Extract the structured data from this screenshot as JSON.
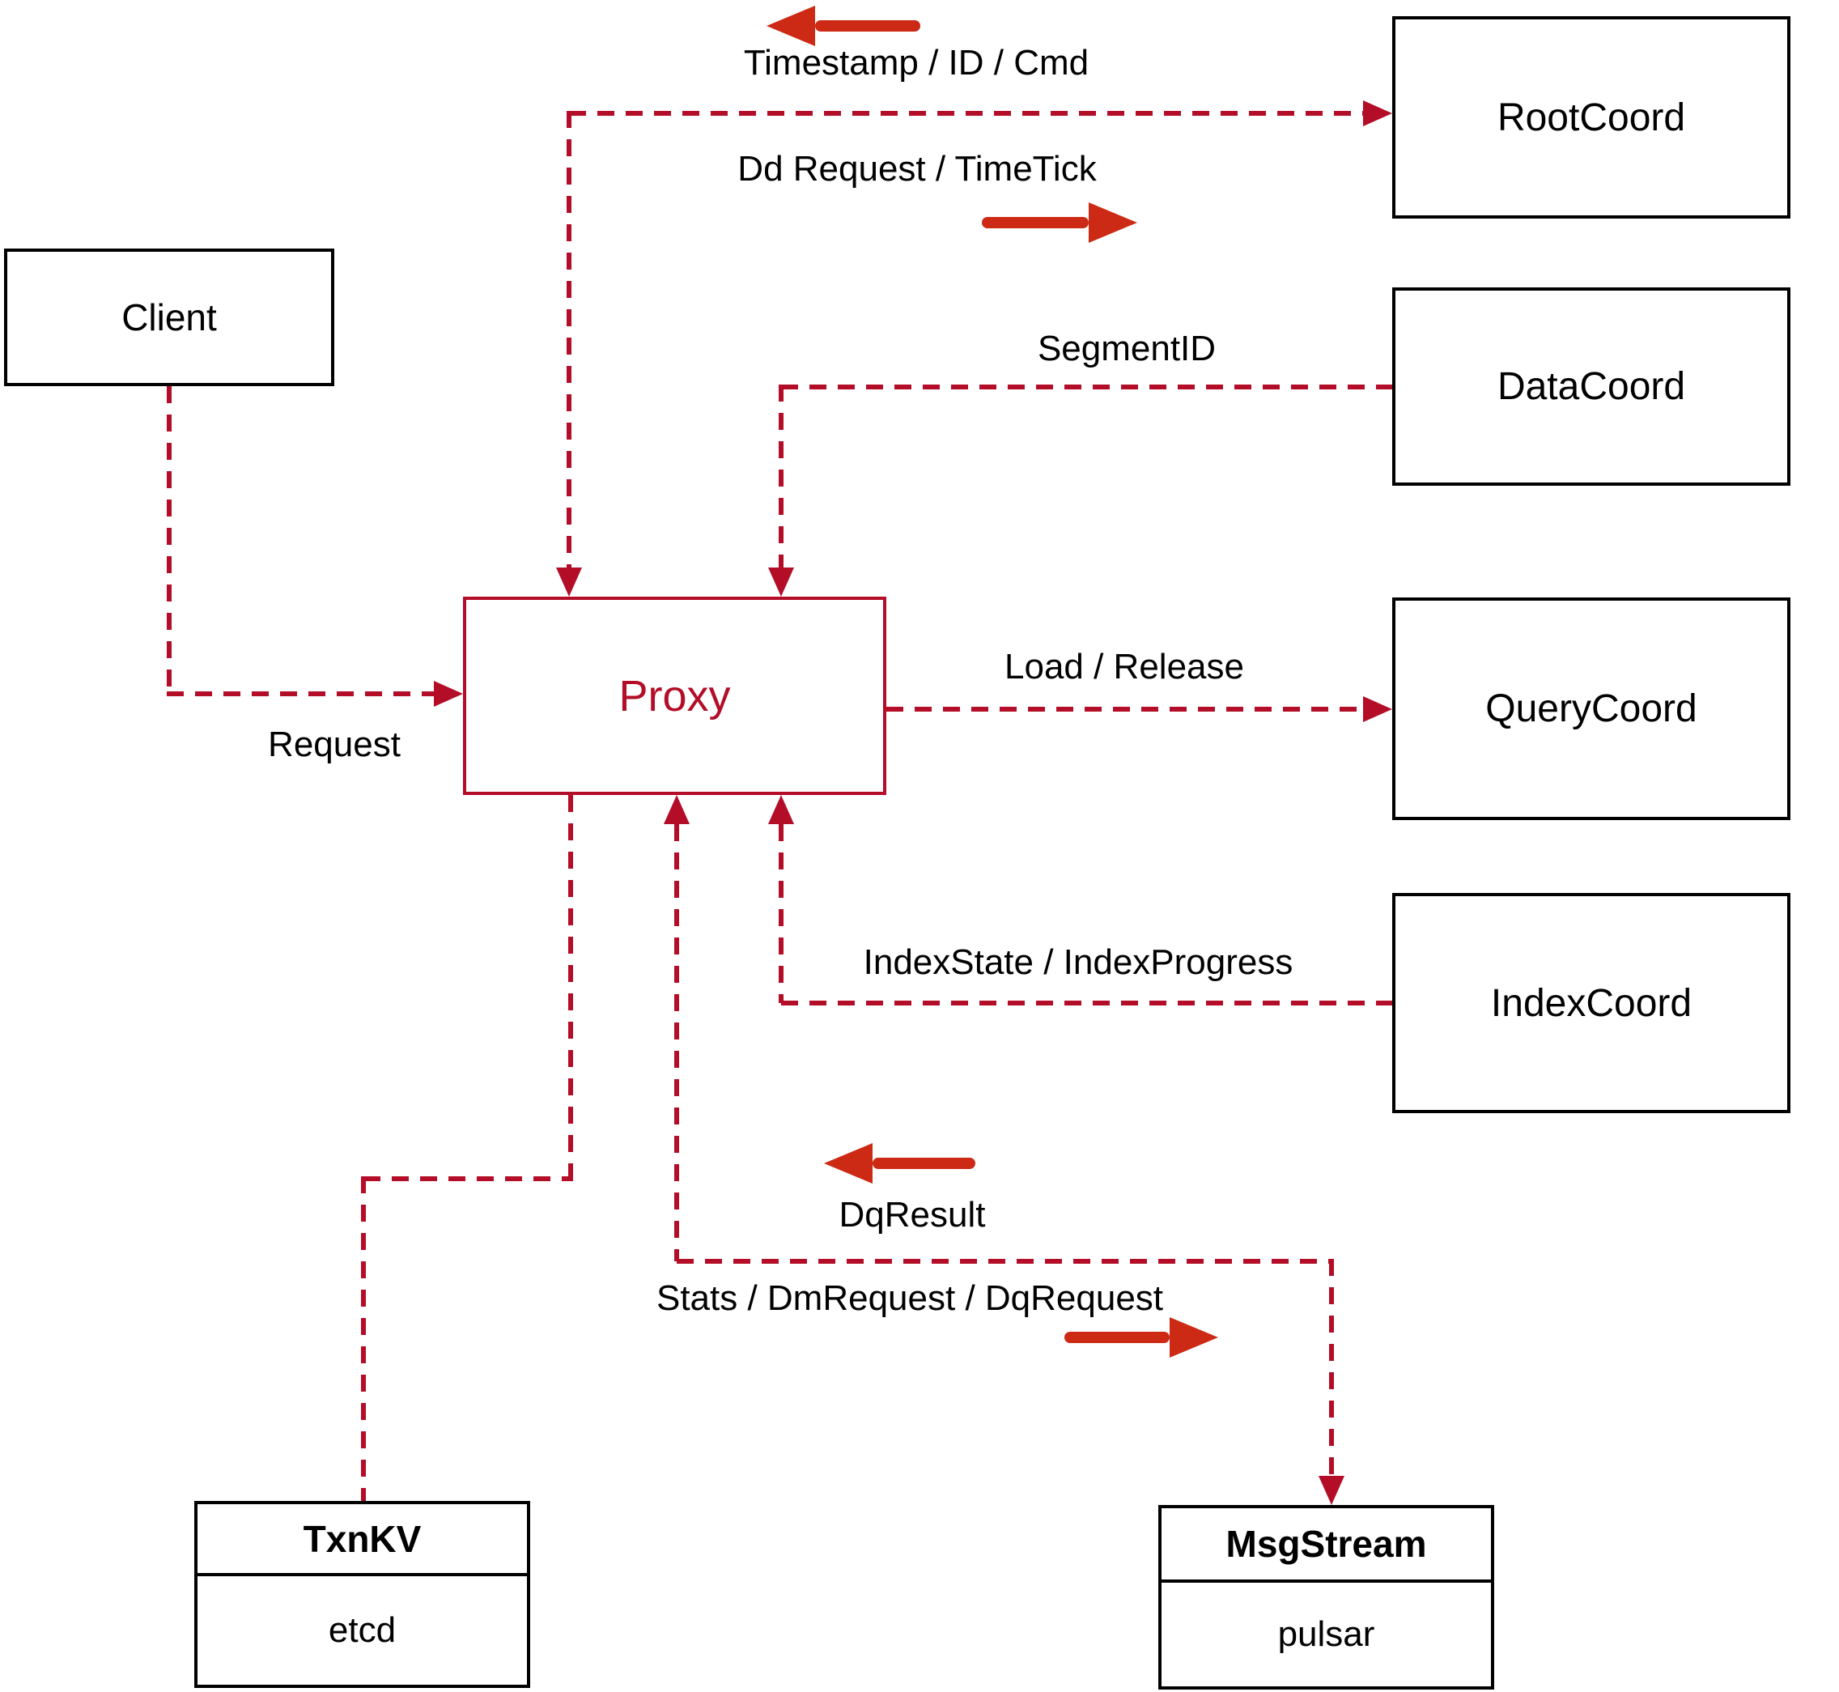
{
  "diagram": {
    "nodes": {
      "client": {
        "label": "Client"
      },
      "root_coord": {
        "label": "RootCoord"
      },
      "data_coord": {
        "label": "DataCoord"
      },
      "query_coord": {
        "label": "QueryCoord"
      },
      "index_coord": {
        "label": "IndexCoord"
      },
      "proxy": {
        "label": "Proxy"
      },
      "txn_kv": {
        "title": "TxnKV",
        "subtitle": "etcd"
      },
      "msg_stream": {
        "title": "MsgStream",
        "subtitle": "pulsar"
      }
    },
    "edge_labels": {
      "timestamp": "Timestamp / ID / Cmd",
      "dd_request": "Dd Request / TimeTick",
      "segment_id": "SegmentID",
      "request": "Request",
      "load_release": "Load / Release",
      "index_state": "IndexState / IndexProgress",
      "dq_result": "DqResult",
      "stats": "Stats / DmRequest / DqRequest"
    },
    "colors": {
      "edge": "#b30d28",
      "arrow": "#cc2a14",
      "box_border": "#000000",
      "background": "#ffffff",
      "text": "#000000"
    }
  }
}
